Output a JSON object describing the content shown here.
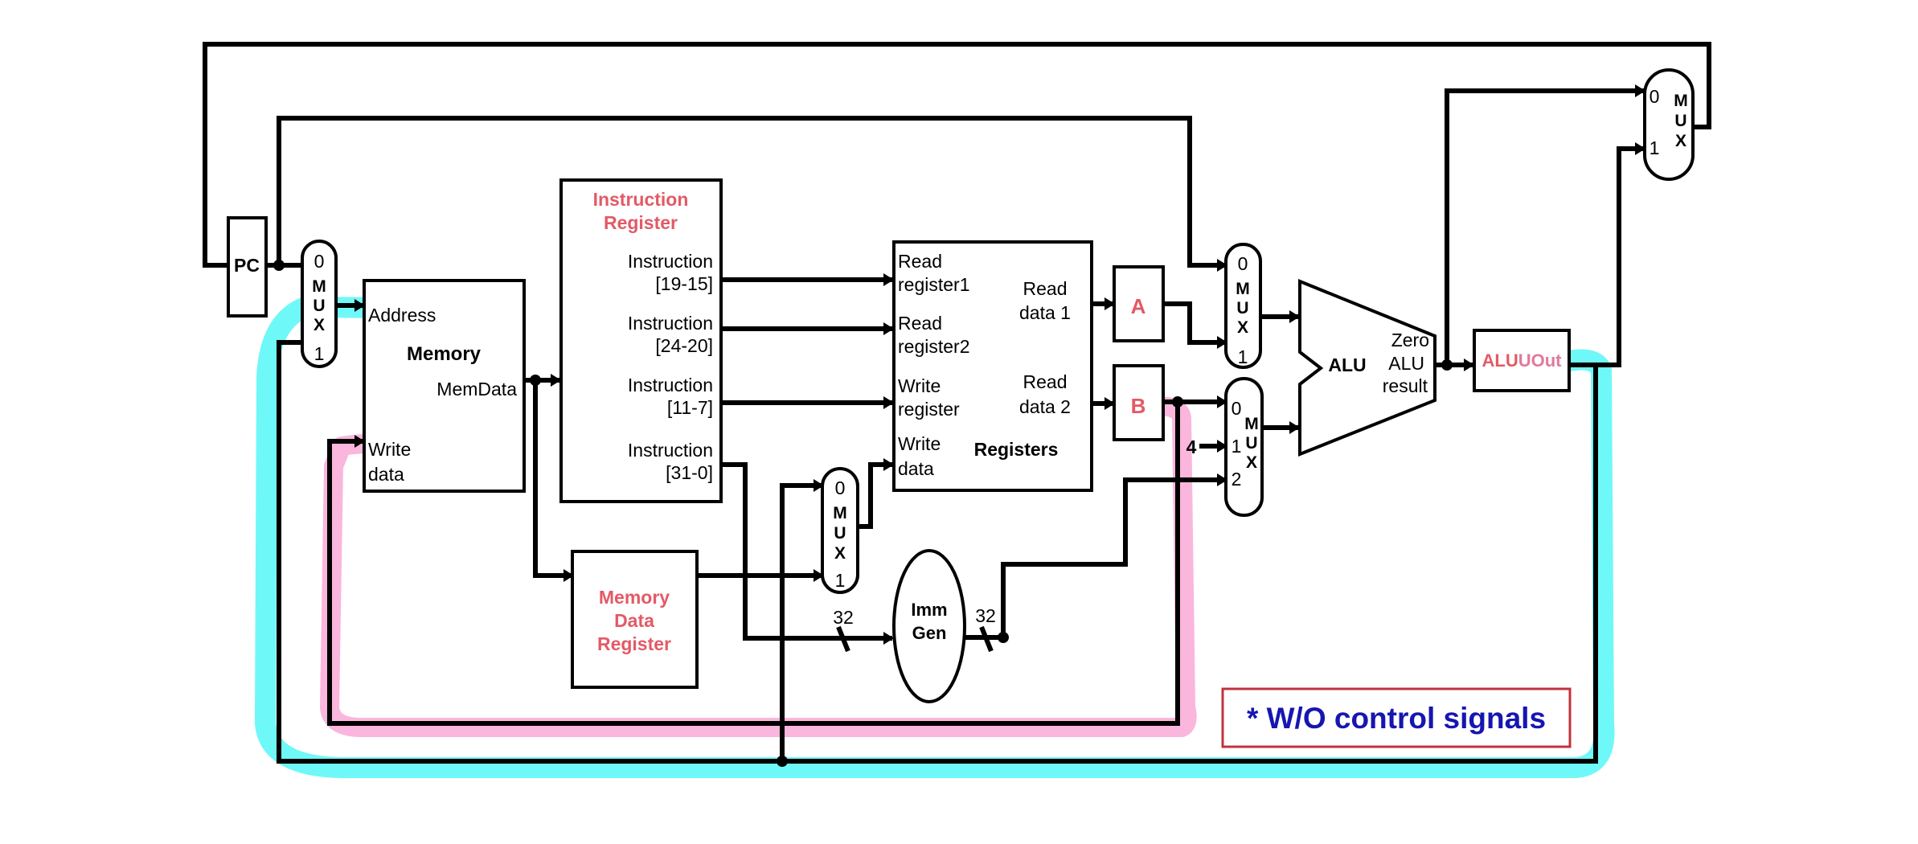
{
  "pc": {
    "label": "PC"
  },
  "mux_addr": {
    "label": "MUX",
    "in0": "0",
    "in1": "1"
  },
  "memory": {
    "title": "Memory",
    "address": "Address",
    "memdata": "MemData",
    "write_line1": "Write",
    "write_line2": "data"
  },
  "ir": {
    "title_line1": "Instruction",
    "title_line2": "Register",
    "fields": [
      {
        "line1": "Instruction",
        "line2": "[19-15]"
      },
      {
        "line1": "Instruction",
        "line2": "[24-20]"
      },
      {
        "line1": "Instruction",
        "line2": "[11-7]"
      },
      {
        "line1": "Instruction",
        "line2": "[31-0]"
      }
    ]
  },
  "mdr": {
    "line1": "Memory",
    "line2": "Data",
    "line3": "Register"
  },
  "mux_wd": {
    "label": "MUX",
    "in0": "0",
    "in1": "1"
  },
  "registers": {
    "title": "Registers",
    "read_reg1_a": "Read",
    "read_reg1_b": "register1",
    "read_reg2_a": "Read",
    "read_reg2_b": "register2",
    "write_reg_a": "Write",
    "write_reg_b": "register",
    "write_data_a": "Write",
    "write_data_b": "data",
    "read_data1_a": "Read",
    "read_data1_b": "data 1",
    "read_data2_a": "Read",
    "read_data2_b": "data 2"
  },
  "immgen": {
    "line1": "Imm",
    "line2": "Gen",
    "in_bits": "32",
    "out_bits": "32"
  },
  "reg_a": {
    "label": "A"
  },
  "reg_b": {
    "label": "B"
  },
  "mux_alu_a": {
    "label": "MUX",
    "in0": "0",
    "in1": "1"
  },
  "mux_alu_b": {
    "label": "MUX",
    "in0": "0",
    "in1": "1",
    "in2": "2",
    "const4": "4"
  },
  "alu": {
    "label": "ALU",
    "zero": "Zero",
    "result_a": "ALU",
    "result_b": "result"
  },
  "aluout": {
    "part1": "ALU",
    "part2": "UOut"
  },
  "mux_pc": {
    "label": "MUX",
    "in0": "0",
    "in1": "1"
  },
  "note": {
    "text": "* W/O control signals"
  },
  "colors": {
    "accent_red": "#e25a66",
    "note_blue": "#1616b0",
    "note_border": "#c0333c",
    "highlight_cyan": "#5ff7f7",
    "highlight_pink": "#f9a9d6"
  }
}
